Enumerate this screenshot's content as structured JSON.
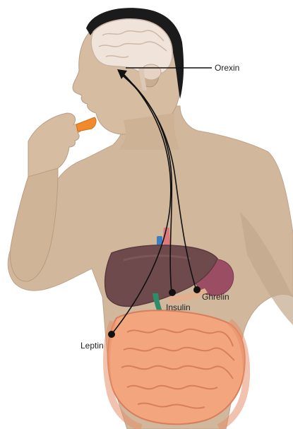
{
  "labels": {
    "orexin": "Orexin",
    "insulin": "Insulin",
    "ghrelin": "Ghrelin",
    "leptin": "Leptin"
  },
  "colors": {
    "skin": "#d1b79c",
    "skin_shadow": "#b99d82",
    "hair": "#1b1b1b",
    "brain": "#f0e4da",
    "liver": "#6e4a4c",
    "stomach": "#9b4d63",
    "intestine": "#f3a57e",
    "intestine_outline": "#d97e5d",
    "carrot": "#f08a2c",
    "pathway_line": "#111111"
  }
}
